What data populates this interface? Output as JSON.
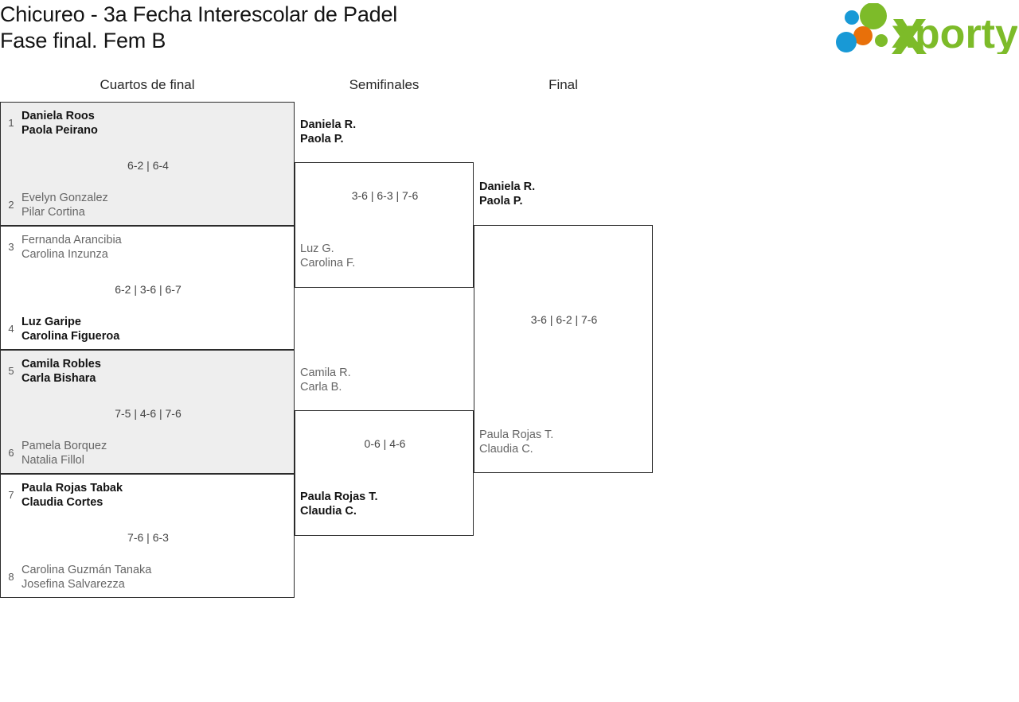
{
  "header": {
    "title_line1": "Chicureo - 3a Fecha Interescolar de Padel",
    "title_line2": "Fase final. Fem B",
    "logo_text": "xporty",
    "logo_colors": {
      "green": "#7DBB29",
      "blue": "#1899D6",
      "orange": "#E8700A"
    }
  },
  "rounds": [
    {
      "id": "quarterfinals",
      "label": "Cuartos de final"
    },
    {
      "id": "semifinals",
      "label": "Semifinales"
    },
    {
      "id": "final",
      "label": "Final"
    }
  ],
  "quarterfinals": [
    {
      "score": "6-2 | 6-4",
      "top": {
        "seed": "1",
        "player1": "Daniela Roos",
        "player2": "Paola Peirano",
        "winner": true
      },
      "bottom": {
        "seed": "2",
        "player1": "Evelyn Gonzalez",
        "player2": "Pilar Cortina",
        "winner": false
      }
    },
    {
      "score": "6-2 | 3-6 | 6-7",
      "top": {
        "seed": "3",
        "player1": "Fernanda Arancibia",
        "player2": "Carolina Inzunza",
        "winner": false
      },
      "bottom": {
        "seed": "4",
        "player1": "Luz Garipe",
        "player2": "Carolina Figueroa",
        "winner": true
      }
    },
    {
      "score": "7-5 | 4-6 | 7-6",
      "top": {
        "seed": "5",
        "player1": "Camila Robles",
        "player2": "Carla Bishara",
        "winner": true
      },
      "bottom": {
        "seed": "6",
        "player1": "Pamela Borquez",
        "player2": "Natalia Fillol",
        "winner": false
      }
    },
    {
      "score": "7-6 | 6-3",
      "top": {
        "seed": "7",
        "player1": "Paula Rojas Tabak",
        "player2": "Claudia Cortes",
        "winner": true
      },
      "bottom": {
        "seed": "8",
        "player1": "Carolina Guzmán Tanaka",
        "player2": "Josefina Salvarezza",
        "winner": false
      }
    }
  ],
  "semifinals": [
    {
      "score": "3-6 | 6-3 | 7-6",
      "top": {
        "player1": "Daniela R.",
        "player2": "Paola P.",
        "winner": true
      },
      "bottom": {
        "player1": "Luz G.",
        "player2": "Carolina F.",
        "winner": false
      }
    },
    {
      "score": "0-6 | 4-6",
      "top": {
        "player1": "Camila R.",
        "player2": "Carla B.",
        "winner": false
      },
      "bottom": {
        "player1": "Paula Rojas T.",
        "player2": "Claudia C.",
        "winner": true
      }
    }
  ],
  "final": [
    {
      "score": "3-6 | 6-2 | 7-6",
      "top": {
        "player1": "Daniela R.",
        "player2": "Paola P.",
        "winner": true
      },
      "bottom": {
        "player1": "Paula Rojas T.",
        "player2": "Claudia C.",
        "winner": false
      }
    }
  ]
}
